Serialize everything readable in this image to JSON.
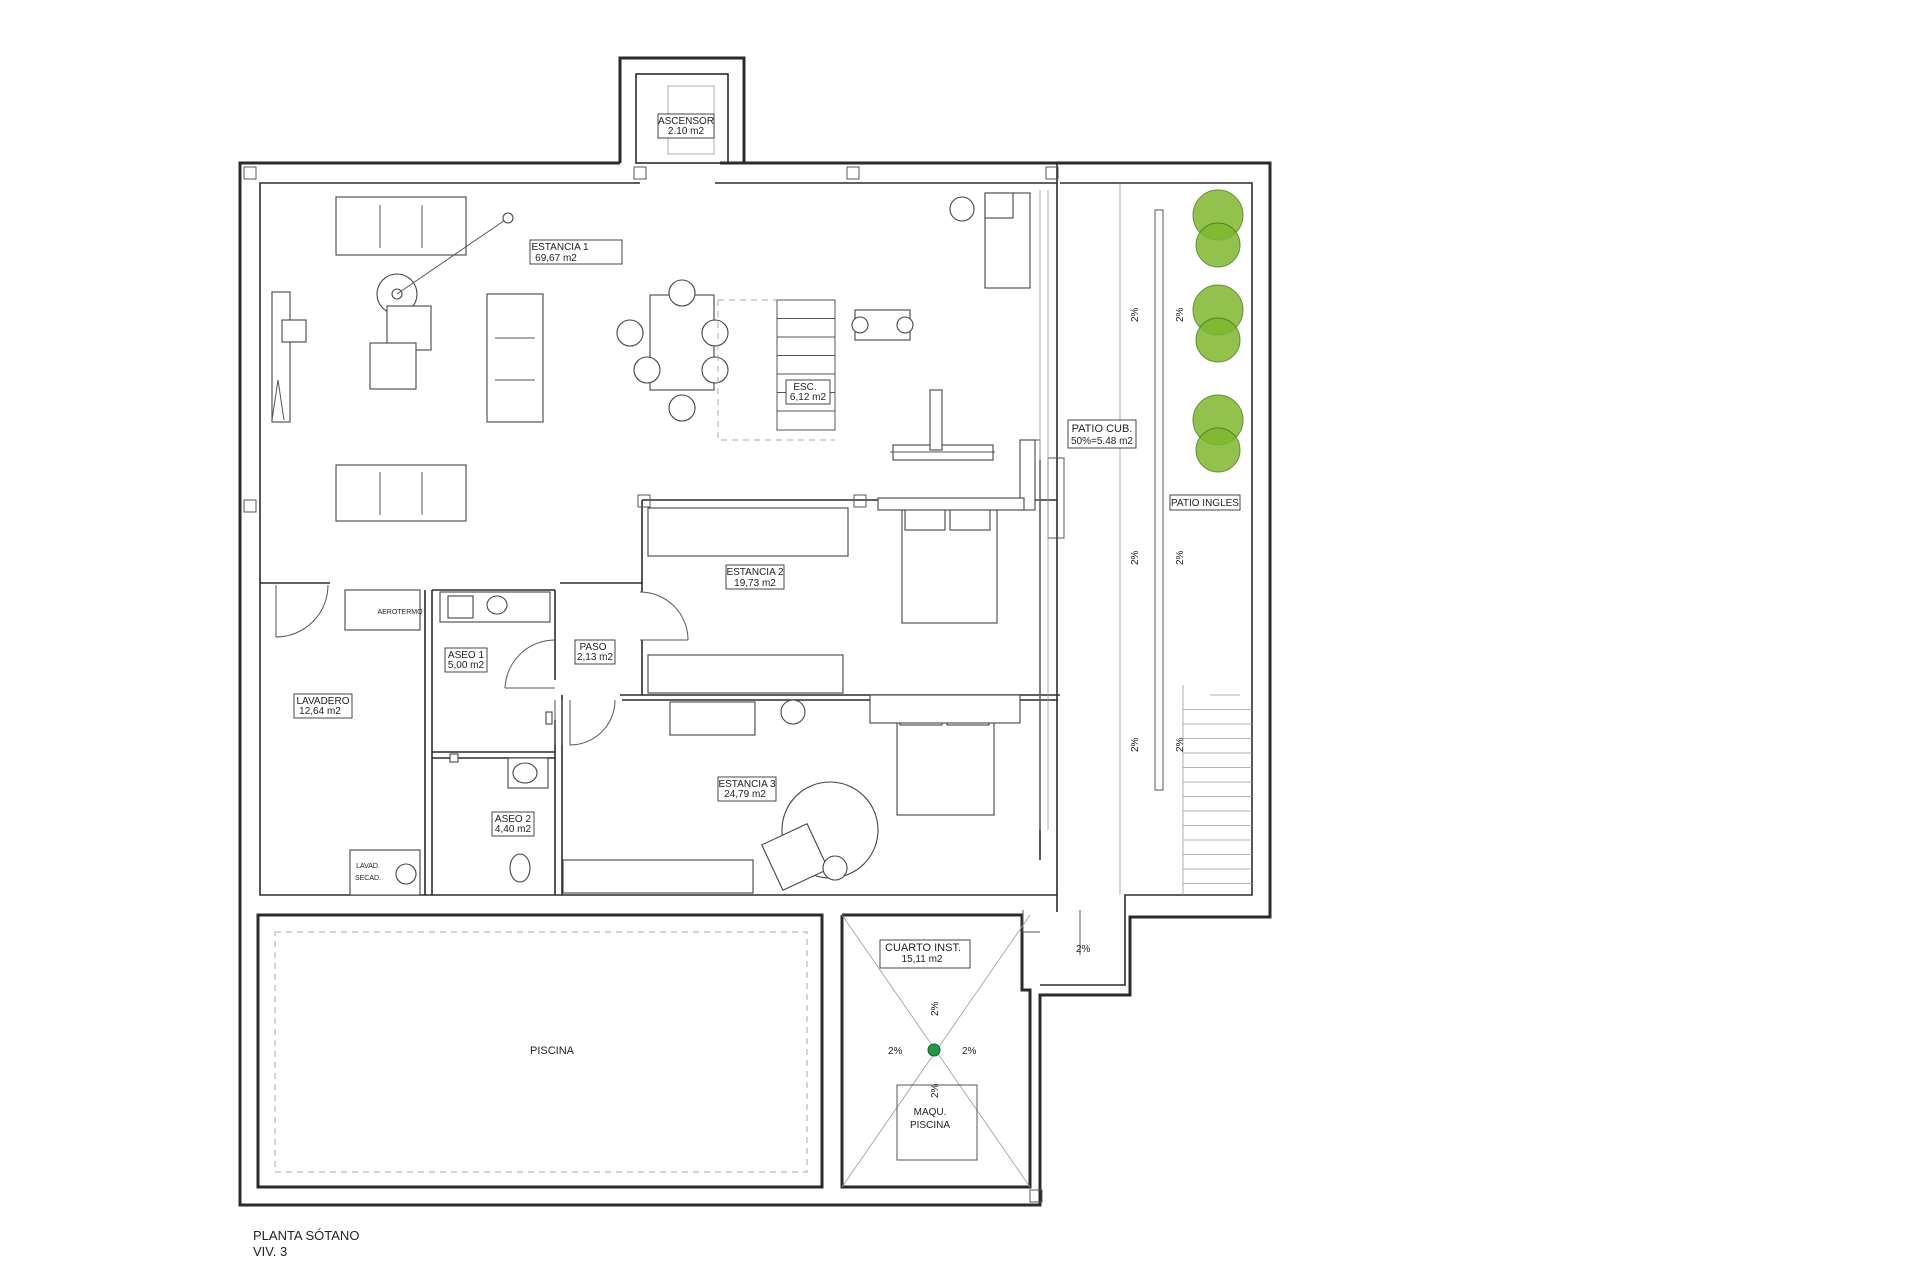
{
  "plan": {
    "rooms": {
      "ascensor": {
        "name": "ASCENSOR",
        "area": "2.10 m2"
      },
      "estancia1": {
        "name": "ESTANCIA 1",
        "area": "69,67 m2"
      },
      "esc": {
        "name": "ESC.",
        "area": "6,12 m2"
      },
      "patio_cub": {
        "name": "PATIO CUB.",
        "area": "50%=5.48 m2"
      },
      "patio_ingles": {
        "name": "PATIO INGLES"
      },
      "estancia2": {
        "name": "ESTANCIA 2",
        "area": "19,73 m2"
      },
      "aseo1": {
        "name": "ASEO 1",
        "area": "5,00 m2"
      },
      "paso": {
        "name": "PASO",
        "area": "2,13 m2"
      },
      "lavadero": {
        "name": "LAVADERO",
        "area": "12,64 m2"
      },
      "estancia3": {
        "name": "ESTANCIA 3",
        "area": "24,79 m2"
      },
      "aseo2": {
        "name": "ASEO 2",
        "area": "4,40 m2"
      },
      "cuarto_inst": {
        "name": "CUARTO INST.",
        "area": "15,11 m2"
      },
      "piscina": {
        "name": "PISCINA"
      },
      "maqu_piscina": {
        "line1": "MAQU.",
        "line2": "PISCINA"
      }
    },
    "equipment": {
      "aerotermo": "AEROTERMO",
      "lavad": "LAVAD.",
      "secad": "SECAD."
    },
    "slope_label": "2%",
    "title": {
      "line1": "PLANTA SÓTANO",
      "line2": "VIV. 3"
    },
    "colors": {
      "drain": "#1f9a4a",
      "plants": "#7fb82e",
      "walls": "#2b2b2b"
    }
  }
}
